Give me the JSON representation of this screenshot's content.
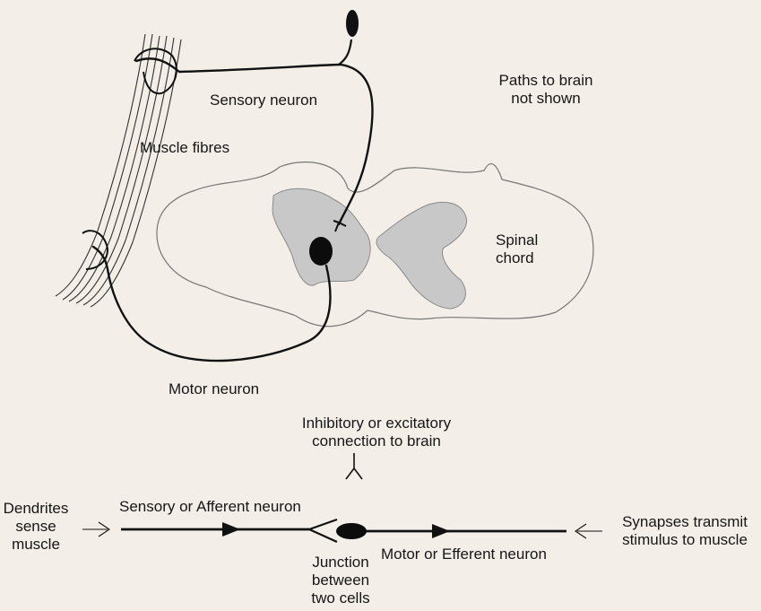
{
  "colors": {
    "background": "#f3efe8",
    "ink": "#111111",
    "grey_matter": "#c8c8c8",
    "outline": "#777777"
  },
  "top_diagram": {
    "sensory_neuron": "Sensory neuron",
    "paths_note": [
      "Paths to brain",
      "not shown"
    ],
    "muscle_fibres": "Muscle fibres",
    "spinal_cord": [
      "Spinal",
      "chord"
    ],
    "motor_neuron": "Motor neuron"
  },
  "bottom_diagram": {
    "inhibitory": [
      "Inhibitory or excitatory",
      "connection to brain"
    ],
    "dendrites": [
      "Dendrites",
      "sense",
      "muscle"
    ],
    "sensory_afferent": "Sensory or Afferent neuron",
    "motor_efferent": "Motor or Efferent neuron",
    "junction": [
      "Junction",
      "between",
      "two cells"
    ],
    "synapses": [
      "Synapses transmit",
      "stimulus to muscle"
    ]
  }
}
